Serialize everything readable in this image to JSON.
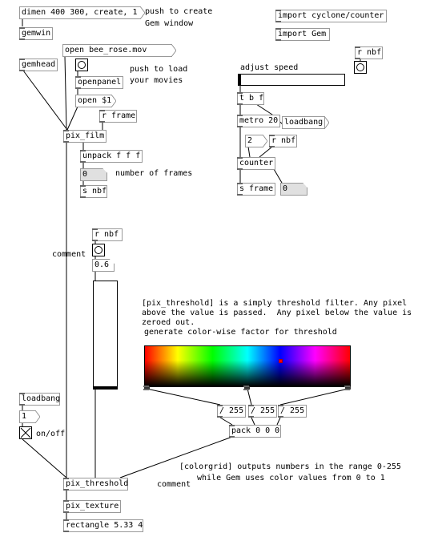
{
  "objects": {
    "dimen": "dimen 400 300, create, 1",
    "gemwin": "gemwin",
    "gemhead": "gemhead",
    "open_movie": "open bee_rose.mov",
    "openpanel": "openpanel",
    "open_dollar": "open $1",
    "r_frame": "r frame",
    "pix_film": "pix_film",
    "unpack": "unpack f f f",
    "nframes_value": "0",
    "s_nbf": "s nbf",
    "r_nbf_mid": "r nbf",
    "slider_value": "0.6",
    "import_cyclone": "import cyclone/counter",
    "import_gem": "import Gem",
    "r_nbf_top": "r nbf",
    "t_b_f": "t b f",
    "metro": "metro 20",
    "loadbang_right": "loadbang",
    "two": "2",
    "r_nbf_right": "r nbf",
    "counter": "counter",
    "s_frame": "s frame",
    "frame_value": "0",
    "loadbang_left": "loadbang",
    "one": "1",
    "div1": "/ 255",
    "div2": "/ 255",
    "div3": "/ 255",
    "pack": "pack 0 0 0",
    "pix_threshold": "pix_threshold",
    "pix_texture": "pix_texture",
    "rectangle": "rectangle 5.33 4"
  },
  "comments": {
    "push_create": "push to create",
    "gem_window": "Gem window",
    "push_load": "push to load",
    "your_movies": "your movies",
    "number_of_frames": "number of frames",
    "adjust_speed": "adjust speed",
    "comment_left": "comment",
    "threshold_line1": "[pix_threshold] is a simply threshold filter. Any pixel",
    "threshold_line2": "above the value is passed.  Any pixel below the value is",
    "threshold_line3": "zeroed out.",
    "generate_color": "generate color-wise factor for threshold",
    "on_off": "on/off",
    "colorgrid_line1": "[colorgrid] outputs numbers in the range 0-255",
    "colorgrid_line2": "while Gem uses color values from 0 to 1",
    "comment_bottom": "comment"
  },
  "controls": {
    "speed_slider_level": 0.0,
    "threshold_slider_level": 0.0,
    "toggle_state": "on",
    "colorgrid_selection": {
      "hue_fraction": 0.66,
      "brightness_fraction": 0.36
    }
  },
  "colors": {
    "box_border": "#999999",
    "wire": "#000000",
    "selection_dot": "#ff0000"
  }
}
